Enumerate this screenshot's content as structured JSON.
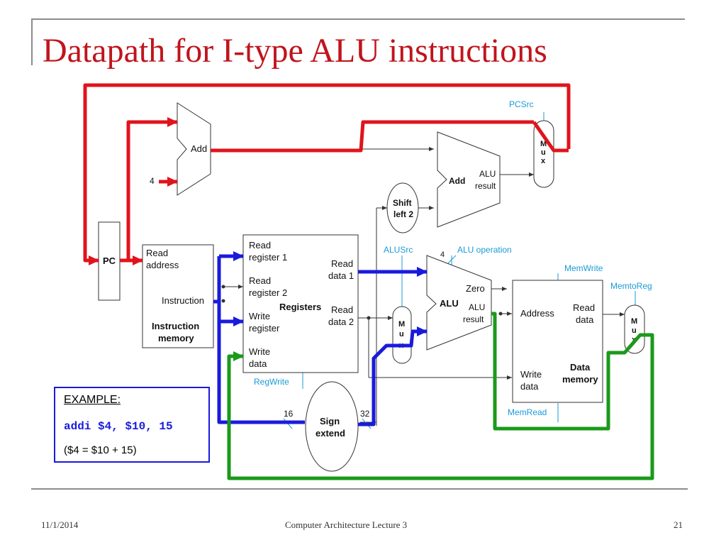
{
  "slide": {
    "title": "Datapath for I-type ALU instructions",
    "footer_date": "11/1/2014",
    "footer_center": "Computer Architecture Lecture 3",
    "page_number": "21"
  },
  "diagram": {
    "pc": "PC",
    "add_pc": "Add",
    "const_four": "4",
    "instr_mem_read": "Read",
    "instr_mem_address": "address",
    "instr_mem_instruction": "Instruction",
    "instr_mem_name_1": "Instruction",
    "instr_mem_name_2": "memory",
    "reg_read1_a": "Read",
    "reg_read1_b": "register 1",
    "reg_read2_a": "Read",
    "reg_read2_b": "register 2",
    "reg_write_reg_a": "Write",
    "reg_write_reg_b": "register",
    "reg_write_data_a": "Write",
    "reg_write_data_b": "data",
    "reg_name": "Registers",
    "reg_out1_a": "Read",
    "reg_out1_b": "data 1",
    "reg_out2_a": "Read",
    "reg_out2_b": "data 2",
    "shift_a": "Shift",
    "shift_b": "left 2",
    "branch_add": "Add",
    "branch_alu": "ALU",
    "branch_result": "result",
    "pcsrc": "PCSrc",
    "alusrc": "ALUSrc",
    "alu_op_bits": "4",
    "alu_operation": "ALU operation",
    "alu": "ALU",
    "alu_zero": "Zero",
    "alu_result_a": "ALU",
    "alu_result_b": "result",
    "mux_m": "M",
    "mux_u": "u",
    "mux_x": "x",
    "memwrite": "MemWrite",
    "memtoreg": "MemtoReg",
    "memread": "MemRead",
    "regwrite": "RegWrite",
    "dm_address": "Address",
    "dm_read_a": "Read",
    "dm_read_b": "data",
    "dm_write_a": "Write",
    "dm_write_b": "data",
    "dm_name_a": "Data",
    "dm_name_b": "memory",
    "sign_a": "Sign",
    "sign_b": "extend",
    "bits_16": "16",
    "bits_32": "32"
  },
  "example": {
    "heading": "EXAMPLE:",
    "code": "addi $4, $10, 15",
    "note": "($4 = $10 + 15)"
  },
  "colors": {
    "title": "#c0141c",
    "control": "#1a9bd7",
    "red_path": "#e0141c",
    "blue_path": "#1a1adc",
    "green_path": "#1a9a1a"
  }
}
